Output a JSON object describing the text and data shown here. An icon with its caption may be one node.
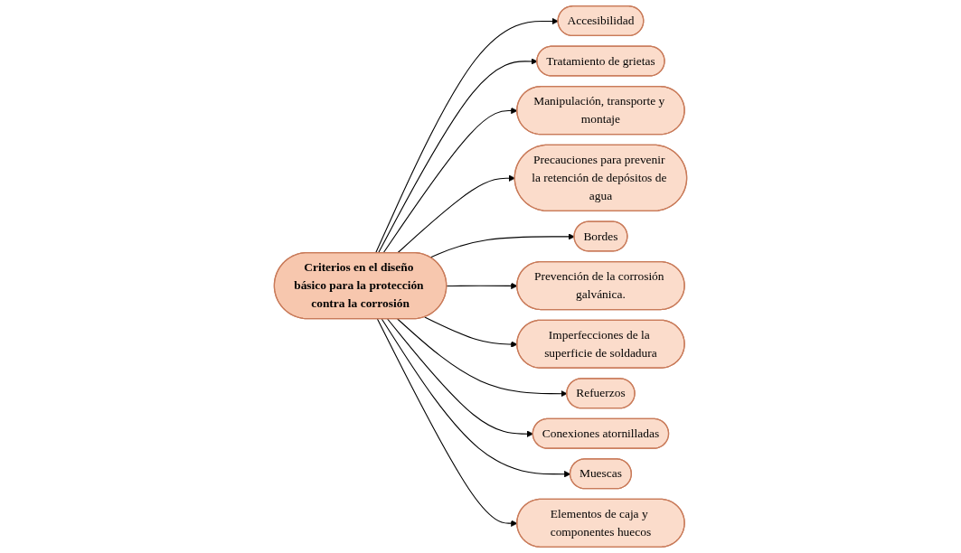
{
  "diagram": {
    "nodes": [
      {
        "text": [
          "Criterios en el diseño básico para la protección contra la corrosión"
        ]
      },
      {
        "text": [
          "Accesibilidad"
        ]
      },
      {
        "text": [
          "Tratamiento de grietas"
        ]
      },
      {
        "text": [
          "Manipulación, transporte y montaje"
        ]
      },
      {
        "text": [
          "Precauciones para prevenir la retención de depósitos de agua"
        ]
      },
      {
        "text": [
          "Bordes"
        ]
      },
      {
        "text": [
          "Prevención de la corrosión galvánica."
        ]
      },
      {
        "text": [
          "Imperfecciones de la superficie de soldadura"
        ]
      },
      {
        "text": [
          "Refuerzos"
        ]
      },
      {
        "text": [
          "Conexiones atornilladas"
        ]
      },
      {
        "text": [
          "Muescas"
        ]
      },
      {
        "text": [
          "Elementos de caja y componentes huecos"
        ]
      }
    ],
    "edges": [
      {
        "from": 0,
        "to": 1,
        "arrow": "to"
      },
      {
        "from": 0,
        "to": 2,
        "arrow": "to"
      },
      {
        "from": 0,
        "to": 3,
        "arrow": "to"
      },
      {
        "from": 0,
        "to": 4,
        "arrow": "to"
      },
      {
        "from": 0,
        "to": 5,
        "arrow": "to"
      },
      {
        "from": 0,
        "to": 6,
        "arrow": "to"
      },
      {
        "from": 0,
        "to": 7,
        "arrow": "to"
      },
      {
        "from": 0,
        "to": 8,
        "arrow": "to"
      },
      {
        "from": 0,
        "to": 9,
        "arrow": "to"
      },
      {
        "from": 0,
        "to": 10,
        "arrow": "to"
      },
      {
        "from": 0,
        "to": 11,
        "arrow": "to"
      }
    ]
  }
}
